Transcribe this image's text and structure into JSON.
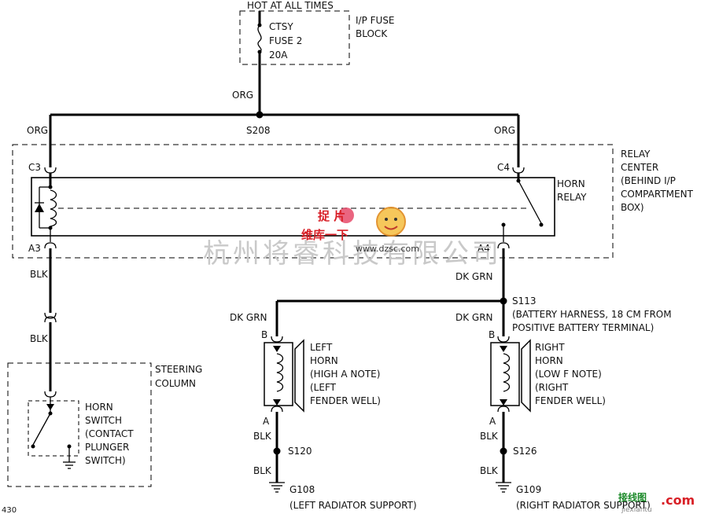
{
  "fuse": {
    "hot_label": "HOT AT ALL TIMES",
    "line1": "CTSY",
    "line2": "FUSE 2",
    "line3": "20A",
    "block_line1": "I/P FUSE",
    "block_line2": "BLOCK"
  },
  "wires": {
    "org_vertical": "ORG",
    "org_left": "ORG",
    "org_right": "ORG",
    "splice_s208": "S208",
    "blk_a3": "BLK",
    "blk_lower": "BLK",
    "dkgrn_a4": "DK GRN",
    "dkgrn_left": "DK GRN",
    "dkgrn_right": "DK GRN",
    "blk_left_a": "BLK",
    "blk_right_a": "BLK",
    "blk_left_g": "BLK",
    "blk_right_g": "BLK"
  },
  "relay_center": {
    "line1": "RELAY",
    "line2": "CENTER",
    "line3": "(BEHIND I/P",
    "line4": "COMPARTMENT",
    "line5": "BOX)",
    "c3": "C3",
    "c4": "C4",
    "a3": "A3",
    "a4": "A4",
    "relay_line1": "HORN",
    "relay_line2": "RELAY"
  },
  "steering": {
    "line1": "STEERING",
    "line2": "COLUMN",
    "sw1": "HORN",
    "sw2": "SWITCH",
    "sw3": "(CONTACT",
    "sw4": "PLUNGER",
    "sw5": "SWITCH)"
  },
  "s113": {
    "label": "S113",
    "desc1": "(BATTERY HARNESS, 18 CM FROM",
    "desc2": "POSITIVE BATTERY TERMINAL)"
  },
  "left_horn": {
    "b": "B",
    "a": "A",
    "line1": "LEFT",
    "line2": "HORN",
    "line3": "(HIGH A NOTE)",
    "line4": "(LEFT",
    "line5": "FENDER WELL)",
    "splice": "S120",
    "ground": "G108",
    "ground_desc": "(LEFT RADIATOR SUPPORT)"
  },
  "right_horn": {
    "b": "B",
    "a": "A",
    "line1": "RIGHT",
    "line2": "HORN",
    "line3": "(LOW F NOTE)",
    "line4": "(RIGHT",
    "line5": "FENDER WELL)",
    "splice": "S126",
    "ground": "G109",
    "ground_desc": "(RIGHT RADIATOR SUPPORT)"
  },
  "watermark": {
    "cn_company": "杭州将睿科技有限公司",
    "site": "www.dzsc.com",
    "cn_red": "维库一下",
    "cn_top": "捉 片",
    "corner_cn": "接线图",
    "corner_com": ".com",
    "corner_sub": "jiexiantu"
  },
  "page_no": "430"
}
